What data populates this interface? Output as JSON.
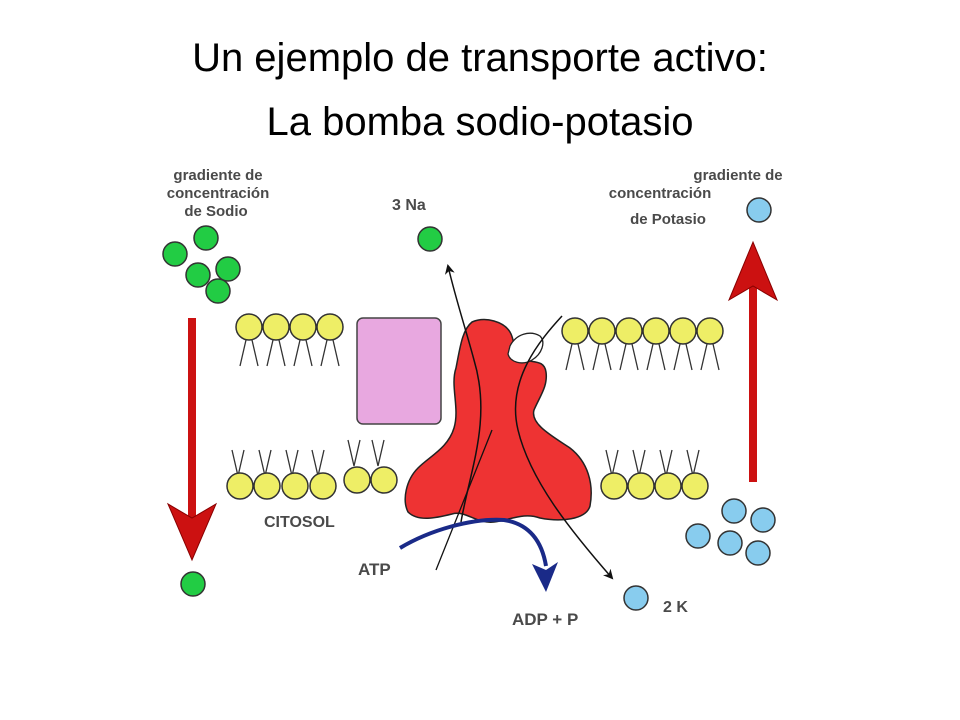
{
  "title": {
    "line1": "Un ejemplo de transporte activo:",
    "line2": "La bomba sodio-potasio"
  },
  "labels": {
    "sodium_gradient": [
      "gradiente de",
      "concentración",
      "de Sodio"
    ],
    "potassium_gradient": [
      "gradiente de",
      "concentración",
      "de Potasio"
    ],
    "sodium_out": "3 Na",
    "potassium_in": "2 K",
    "cytosol": "CITOSOL",
    "atp": "ATP",
    "adp": "ADP + P"
  },
  "colors": {
    "sodium": "#22cc44",
    "potassium": "#88ccee",
    "lipid_head": "#eeee66",
    "pump": "#ee3333",
    "channel": "#e8a8e0",
    "gradient_arrow": "#cc1111",
    "atp_arrow": "#1a2a88"
  }
}
